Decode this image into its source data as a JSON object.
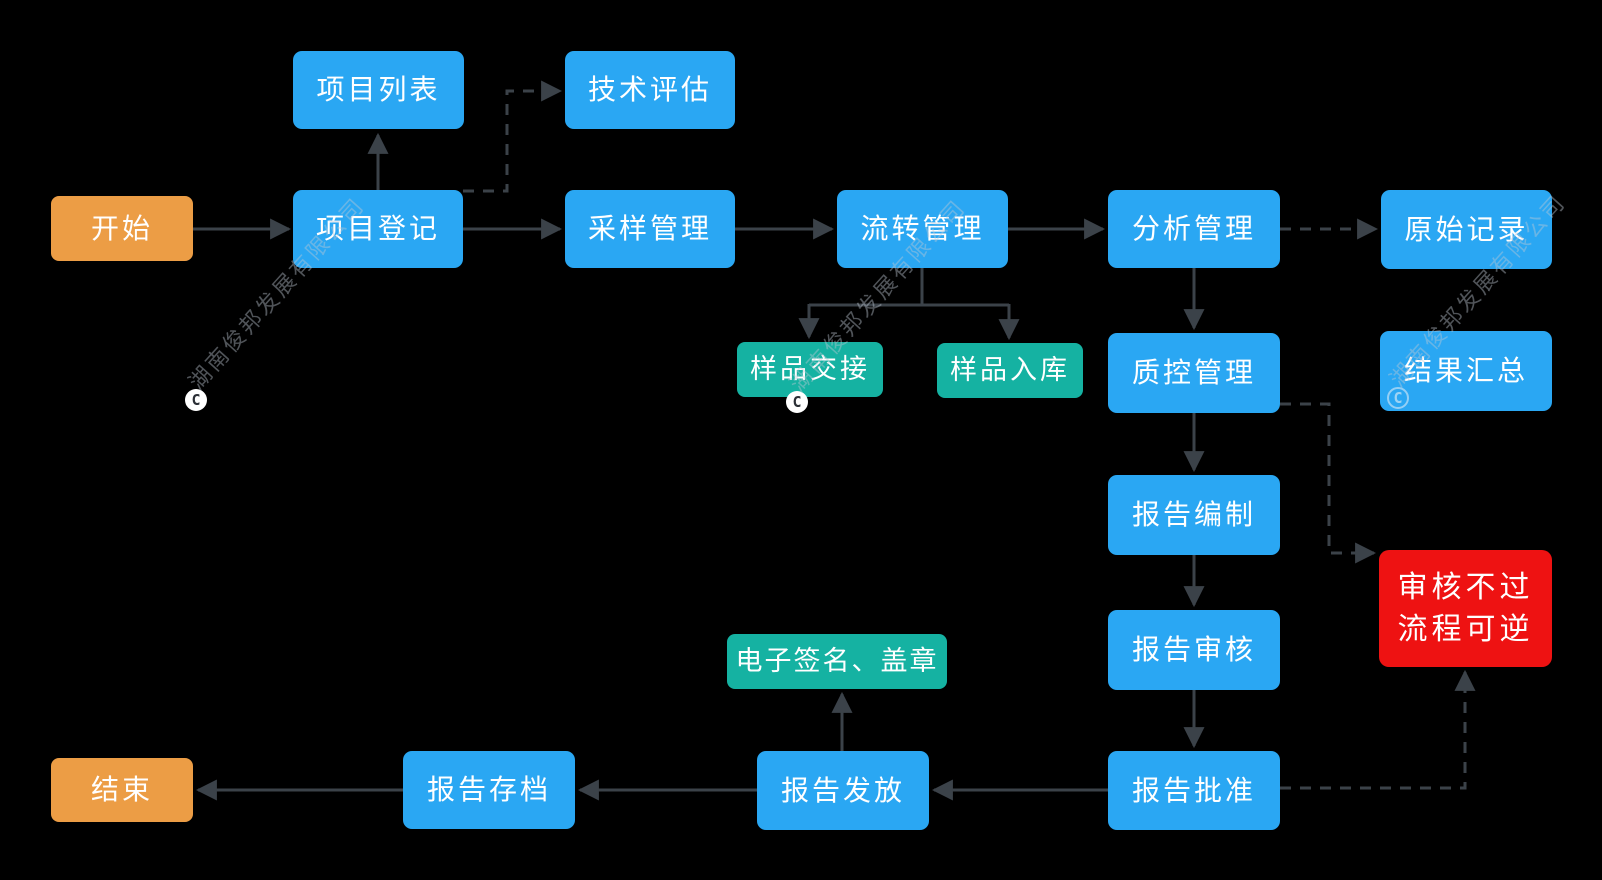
{
  "diagram": {
    "type": "flowchart",
    "background": "#000000",
    "colors": {
      "process_box": "#2AA7F3",
      "sub_step_box": "#15B2A2",
      "terminal_box": "#EC9D45",
      "alert_box": "#EE1212",
      "connector": "#3B4249",
      "label_text": "#FFFFFF"
    },
    "nodes": {
      "start": {
        "label": "开始"
      },
      "project_list": {
        "label": "项目列表"
      },
      "tech_eval": {
        "label": "技术评估"
      },
      "project_reg": {
        "label": "项目登记"
      },
      "sampling": {
        "label": "采样管理"
      },
      "circulation": {
        "label": "流转管理"
      },
      "analysis": {
        "label": "分析管理"
      },
      "raw_records": {
        "label": "原始记录"
      },
      "sample_handover": {
        "label": "样品交接"
      },
      "sample_storage": {
        "label": "样品入库"
      },
      "qc": {
        "label": "质控管理"
      },
      "result_summary": {
        "label": "结果汇总"
      },
      "report_compile": {
        "label": "报告编制"
      },
      "review_fail": {
        "label": "审核不过 流程可逆",
        "line1": "审核不过",
        "line2": "流程可逆"
      },
      "report_review": {
        "label": "报告审核"
      },
      "esign": {
        "label": "电子签名、盖章"
      },
      "report_archive": {
        "label": "报告存档"
      },
      "report_issue": {
        "label": "报告发放"
      },
      "report_approve": {
        "label": "报告批准"
      },
      "end": {
        "label": "结束"
      }
    },
    "edges": [
      {
        "from": "start",
        "to": "project_reg",
        "style": "solid"
      },
      {
        "from": "project_reg",
        "to": "project_list",
        "style": "solid"
      },
      {
        "from": "project_reg",
        "to": "tech_eval",
        "style": "dashed"
      },
      {
        "from": "project_reg",
        "to": "sampling",
        "style": "solid"
      },
      {
        "from": "sampling",
        "to": "circulation",
        "style": "solid"
      },
      {
        "from": "circulation",
        "to": "analysis",
        "style": "solid"
      },
      {
        "from": "analysis",
        "to": "raw_records",
        "style": "dashed"
      },
      {
        "from": "circulation",
        "to": "sample_handover",
        "style": "solid"
      },
      {
        "from": "circulation",
        "to": "sample_storage",
        "style": "solid"
      },
      {
        "from": "analysis",
        "to": "qc",
        "style": "solid"
      },
      {
        "from": "qc",
        "to": "report_compile",
        "style": "solid"
      },
      {
        "from": "qc",
        "to": "review_fail",
        "style": "dashed"
      },
      {
        "from": "report_compile",
        "to": "report_review",
        "style": "solid"
      },
      {
        "from": "report_review",
        "to": "report_approve",
        "style": "solid"
      },
      {
        "from": "report_approve",
        "to": "review_fail",
        "style": "dashed"
      },
      {
        "from": "report_approve",
        "to": "report_issue",
        "style": "solid"
      },
      {
        "from": "report_issue",
        "to": "esign",
        "style": "solid"
      },
      {
        "from": "report_issue",
        "to": "report_archive",
        "style": "solid"
      },
      {
        "from": "report_archive",
        "to": "end",
        "style": "solid"
      }
    ],
    "watermark": {
      "text": "湖南俊邦发展有限公司",
      "copyright_glyph": "C"
    }
  }
}
